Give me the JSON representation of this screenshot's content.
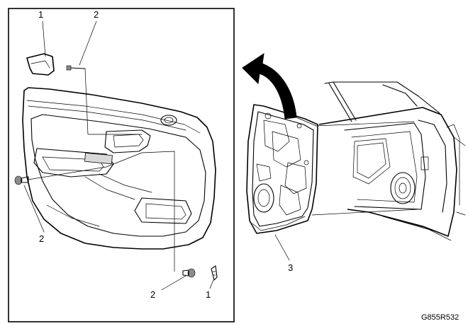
{
  "callouts": {
    "c1_top": "1",
    "c2_top": "2",
    "c2_left": "2",
    "c2_bottom": "2",
    "c1_bottom": "1",
    "c3": "3"
  },
  "figure_ref": "G855R532",
  "icons": {
    "arrow": "curved-arrow-icon"
  }
}
